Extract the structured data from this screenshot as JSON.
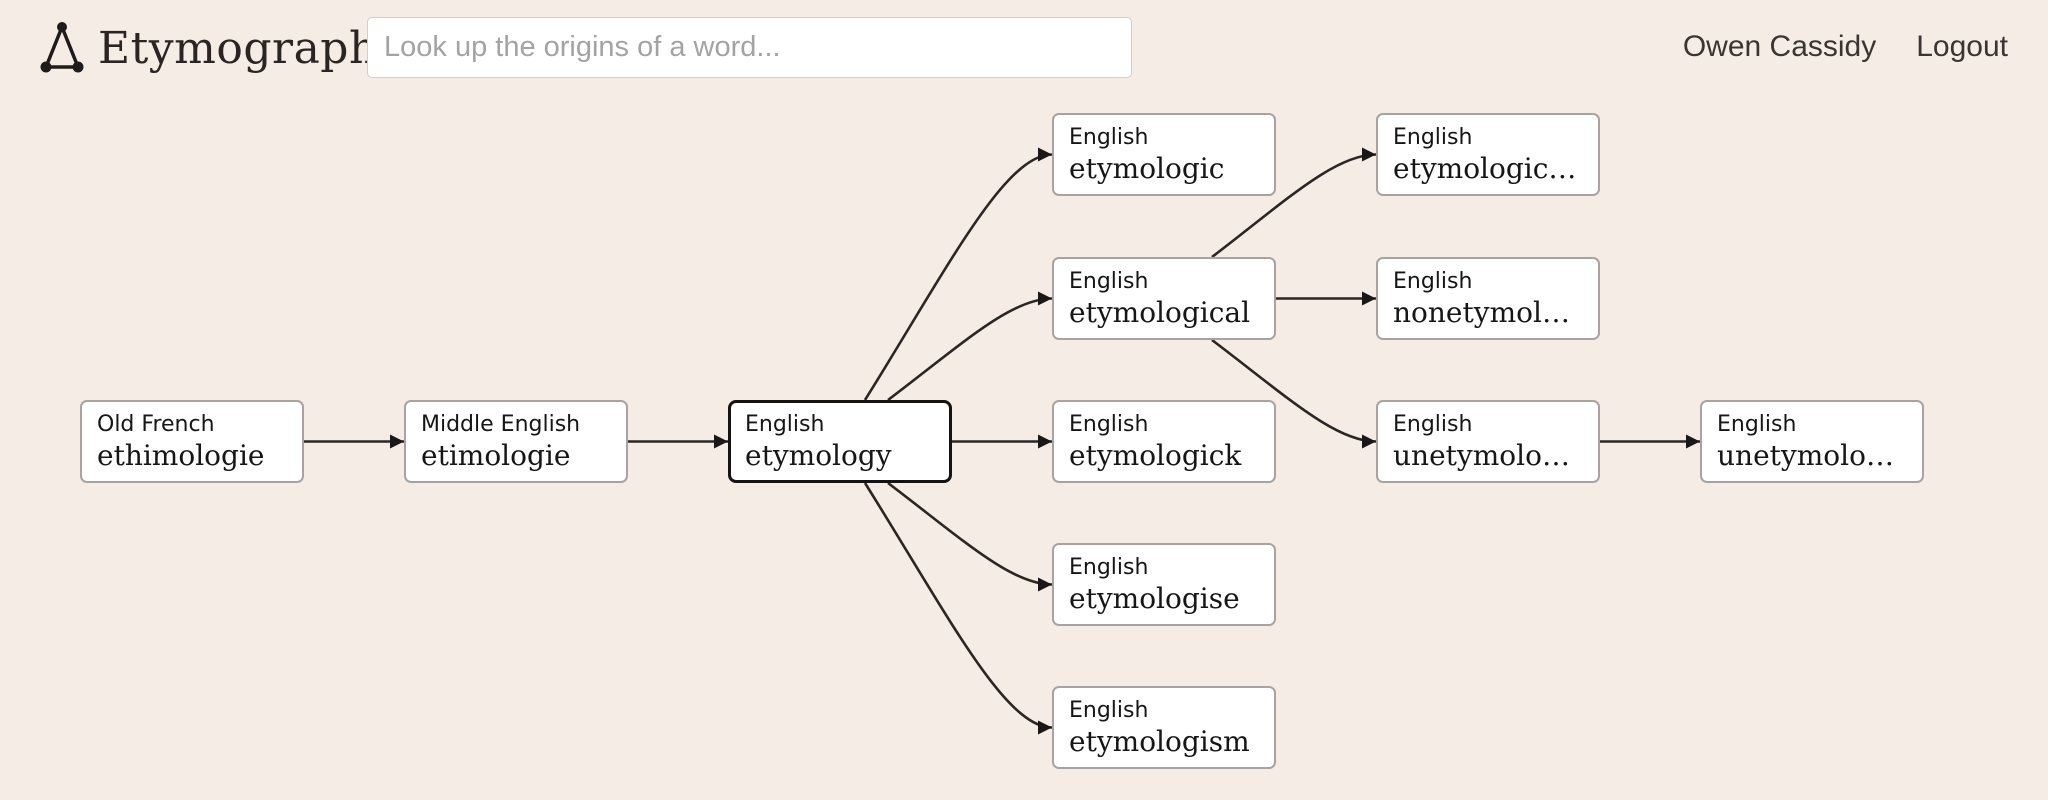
{
  "header": {
    "app_name": "Etymograph",
    "search_placeholder": "Look up the origins of a word...",
    "user_name": "Owen Cassidy",
    "logout_label": "Logout"
  },
  "graph": {
    "nodes": [
      {
        "id": "ethimologie",
        "lang": "Old French",
        "word": "ethimologie"
      },
      {
        "id": "etimologie",
        "lang": "Middle English",
        "word": "etimologie"
      },
      {
        "id": "etymology",
        "lang": "English",
        "word": "etymology",
        "selected": true
      },
      {
        "id": "etymologic",
        "lang": "English",
        "word": "etymologic"
      },
      {
        "id": "etymological",
        "lang": "English",
        "word": "etymological"
      },
      {
        "id": "etymologick",
        "lang": "English",
        "word": "etymologick"
      },
      {
        "id": "etymologise",
        "lang": "English",
        "word": "etymologise"
      },
      {
        "id": "etymologism",
        "lang": "English",
        "word": "etymologism"
      },
      {
        "id": "etymologically",
        "lang": "English",
        "word": "etymologically"
      },
      {
        "id": "nonetymological",
        "lang": "English",
        "word": "nonetymolo…"
      },
      {
        "id": "unetymological",
        "lang": "English",
        "word": "unetymologi…"
      },
      {
        "id": "unetymologically",
        "lang": "English",
        "word": "unetymologi…"
      }
    ],
    "edges": [
      [
        "ethimologie",
        "etimologie"
      ],
      [
        "etimologie",
        "etymology"
      ],
      [
        "etymology",
        "etymologic"
      ],
      [
        "etymology",
        "etymological"
      ],
      [
        "etymology",
        "etymologick"
      ],
      [
        "etymology",
        "etymologise"
      ],
      [
        "etymology",
        "etymologism"
      ],
      [
        "etymological",
        "etymologically"
      ],
      [
        "etymological",
        "nonetymological"
      ],
      [
        "etymological",
        "unetymological"
      ],
      [
        "unetymological",
        "unetymologically"
      ]
    ]
  },
  "colors": {
    "background": "#f5ece5",
    "node_border": "#a8a3a0",
    "selected_border": "#151212",
    "edge": "#2b2624"
  },
  "icons": {
    "logo": "triangle-graph-icon"
  }
}
